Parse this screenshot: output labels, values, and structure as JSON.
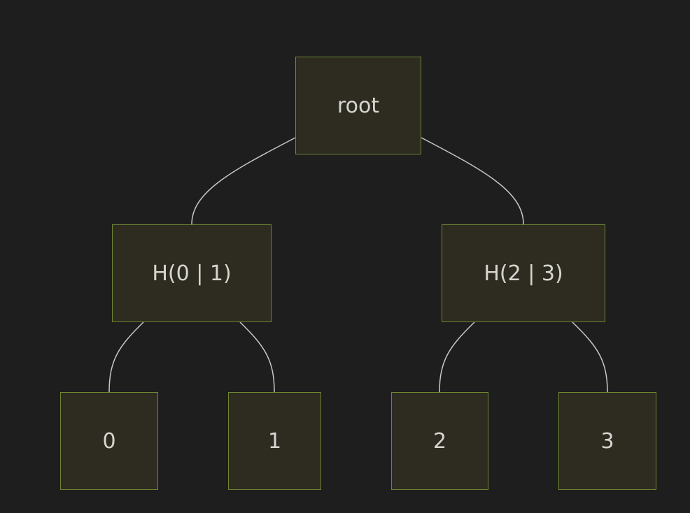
{
  "diagram": {
    "nodes": {
      "root": "root",
      "h01": "H(0 | 1)",
      "h23": "H(2 | 3)",
      "leaf0": "0",
      "leaf1": "1",
      "leaf2": "2",
      "leaf3": "3"
    },
    "edges": [
      [
        "root",
        "h01"
      ],
      [
        "root",
        "h23"
      ],
      [
        "h01",
        "leaf0"
      ],
      [
        "h01",
        "leaf1"
      ],
      [
        "h23",
        "leaf2"
      ],
      [
        "h23",
        "leaf3"
      ]
    ],
    "colors": {
      "background": "#1e1e1e",
      "node_fill": "#2e2c21",
      "node_border": "#6e8632",
      "edge": "#c8c8c8",
      "text": "#d6d6d0"
    }
  }
}
